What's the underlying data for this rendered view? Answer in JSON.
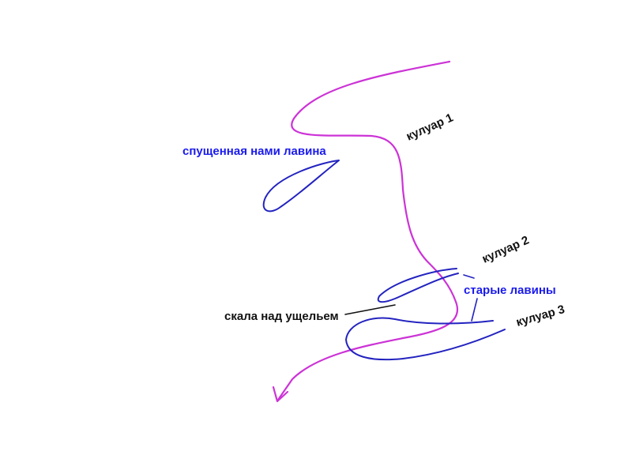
{
  "colors": {
    "route": "#cc33d6",
    "avalanche": "#2323c0",
    "label_avalanche": "#1a1aee",
    "label_dark": "#111111"
  },
  "labels": {
    "couloir_1": "кулуар 1",
    "couloir_2": "кулуар 2",
    "couloir_3": "кулуар 3",
    "our_avalanche": "спущенная нами лавина",
    "old_avalanches": "старые лавины",
    "rock": "скала над ущельем"
  }
}
